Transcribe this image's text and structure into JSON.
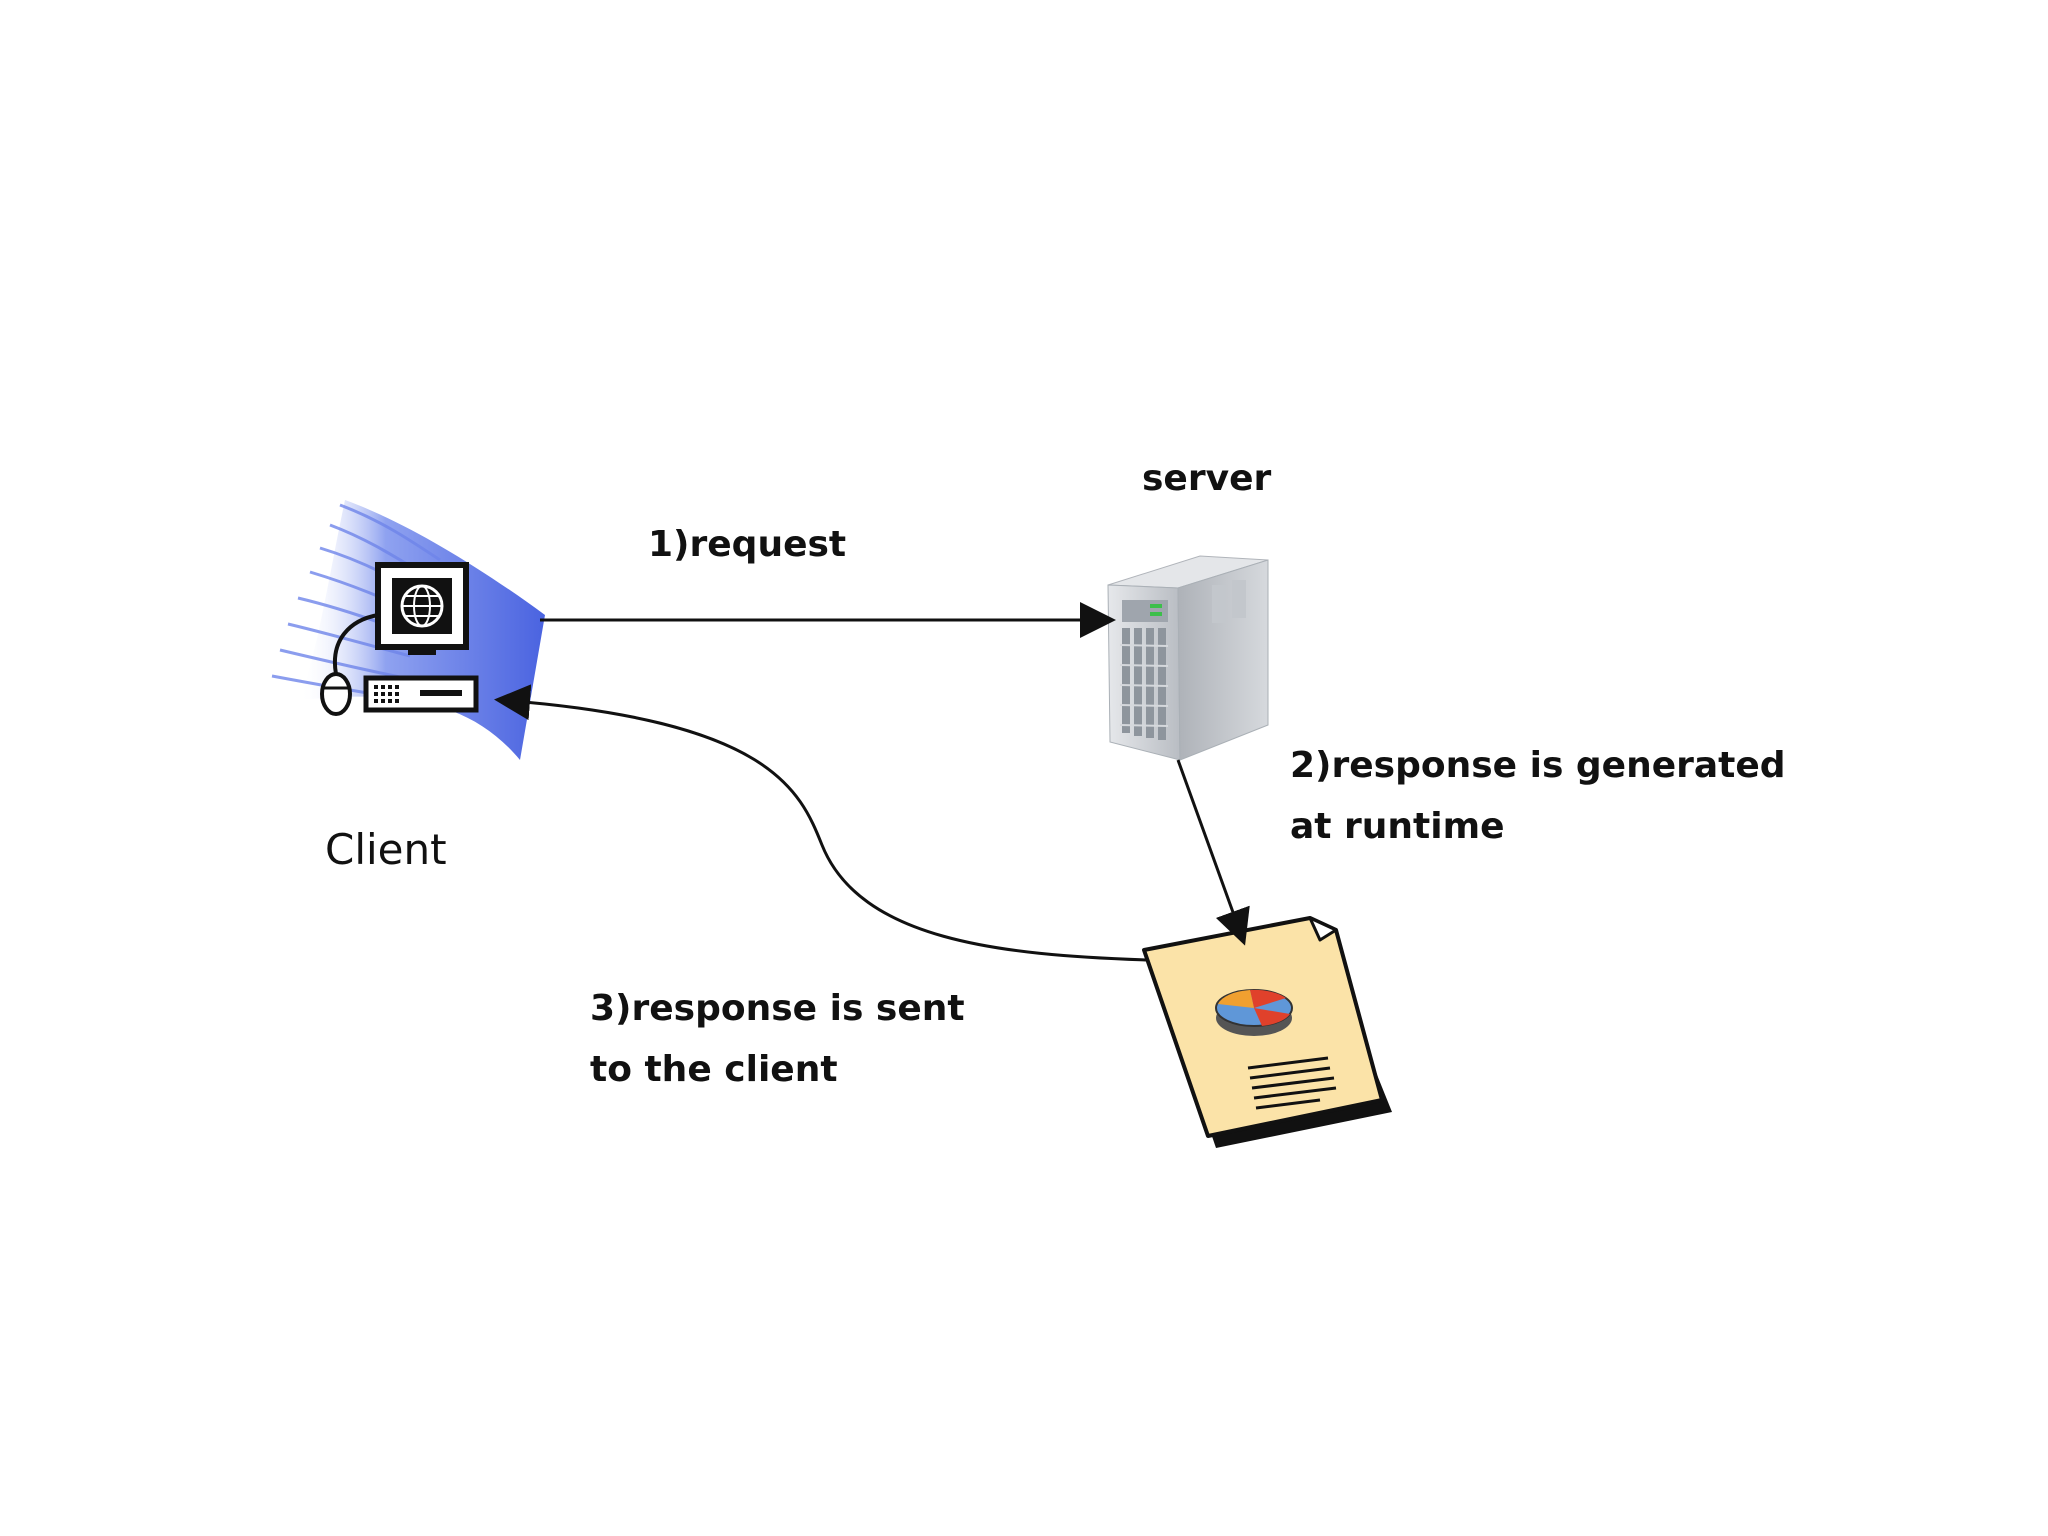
{
  "nodes": {
    "client": {
      "label": "Client",
      "icon": "client-computer-icon"
    },
    "server": {
      "label": "server",
      "icon": "server-tower-icon"
    },
    "document": {
      "icon": "report-document-icon"
    }
  },
  "steps": [
    {
      "id": "request",
      "lines": [
        "1)request"
      ]
    },
    {
      "id": "generate",
      "lines": [
        "2)response is generated",
        "at runtime"
      ]
    },
    {
      "id": "send",
      "lines": [
        "3)response is sent",
        "to the client"
      ]
    }
  ],
  "colors": {
    "background": "#ffffff",
    "client_swoosh": "#5b73e8",
    "document_paper": "#fbe3a8",
    "server_body": "#c9ccd1",
    "pie_red": "#e0412b",
    "pie_orange": "#f0a030",
    "pie_blue": "#5f97d8",
    "line": "#111111"
  }
}
